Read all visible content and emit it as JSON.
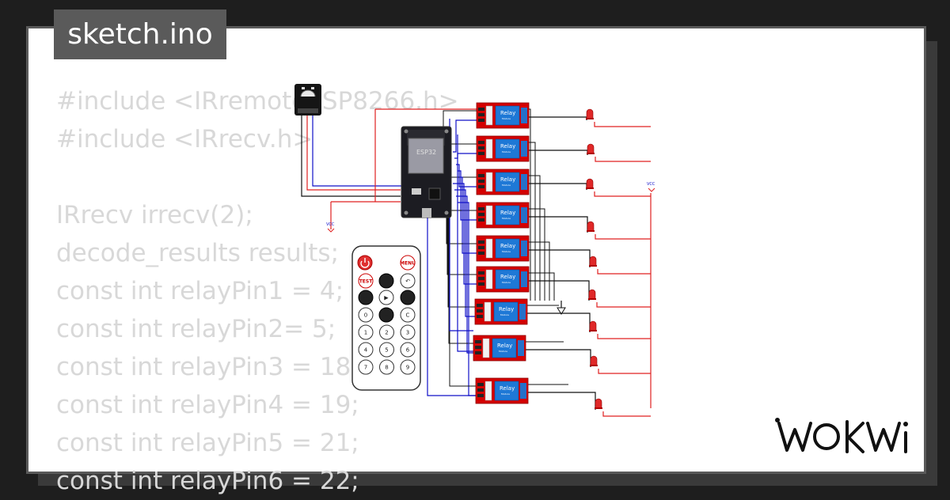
{
  "title": "sketch.ino",
  "code_lines": [
    "#include <IRremoteESP8266.h>",
    "#include <IRrecv.h>",
    "",
    "IRrecv irrecv(2);",
    "decode_results results;",
    "const int relayPin1 = 4;",
    "const int relayPin2= 5;",
    "const int relayPin3 = 18;",
    "const int relayPin4 = 19;",
    "const int relayPin5 = 21;",
    "const int relayPin6 = 22;"
  ],
  "board_label": "ESP32",
  "relay_label": "Relay",
  "relay_sublabel": "Module",
  "vcc_label": "VCC",
  "remote": {
    "power": "",
    "menu": "MENU",
    "test": "TEST",
    "plus": "+",
    "back": "↶",
    "prev": "⏮",
    "play": "▶",
    "next": "⏭",
    "zero": "0",
    "minus": "−",
    "clear": "C",
    "digits": [
      "1",
      "2",
      "3",
      "4",
      "5",
      "6",
      "7",
      "8",
      "9"
    ]
  },
  "brand": "WOKWi",
  "colors": {
    "wire_red": "#e02020",
    "wire_blue": "#1010c8",
    "wire_black": "#111111",
    "relay_red": "#d40000",
    "relay_blue": "#1e78d6",
    "board": "#1c1c22"
  }
}
